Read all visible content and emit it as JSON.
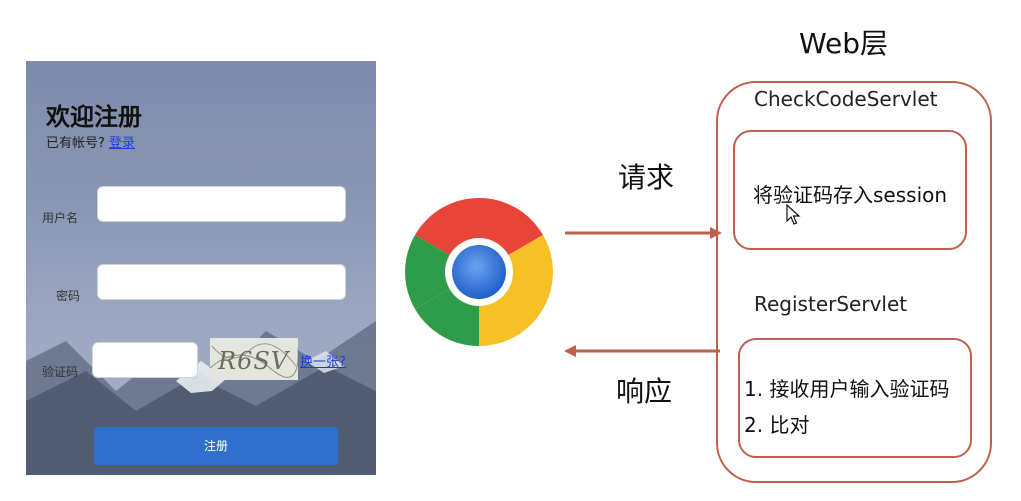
{
  "form": {
    "title": "欢迎注册",
    "has_account_text": "已有帐号?",
    "login_link": "登录",
    "username_label": "用户名",
    "password_label": "密码",
    "captcha_label": "验证码",
    "captcha_image_text": "R6SV",
    "change_captcha_link": "换一张?",
    "submit_label": "注册"
  },
  "diagram": {
    "request_label": "请求",
    "response_label": "响应",
    "web_layer_title": "Web层",
    "check_code_servlet": "CheckCodeServlet",
    "check_code_step": "将验证码存入session",
    "register_servlet": "RegisterServlet",
    "register_steps": [
      "1. 接收用户输入验证码",
      "2. 比对"
    ]
  },
  "colors": {
    "box_border": "#c0604c",
    "arrow": "#c0604c",
    "submit_button": "#2f6fd0",
    "link": "#1a3fe0"
  },
  "icons": {
    "browser": "chrome-logo-icon",
    "pointer": "mouse-cursor-icon"
  }
}
